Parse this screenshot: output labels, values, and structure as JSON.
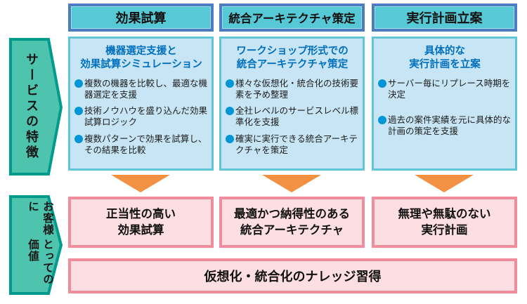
{
  "side_labels": {
    "features": "サービスの特徴",
    "value_lines": [
      "お客様に",
      "とっての価値"
    ]
  },
  "columns": [
    {
      "header": "効果試算",
      "box_title": "機器選定支援と\n効果試算シミュレーション",
      "bullets": [
        "複数の機器を比較し、最適な機器選定を支援",
        "技術ノウハウを盛り込んだ効果試算ロジック",
        "複数パターンで効果を試算し、その結果を比較"
      ],
      "value": "正当性の高い\n効果試算"
    },
    {
      "header": "統合アーキテクチャ策定",
      "box_title": "ワークショップ形式での\n統合アーキテクチャ策定",
      "bullets": [
        "様々な仮想化・統合化の技術要素を予め整理",
        "全社レベルのサービスレベル標準化を支援",
        "確実に実行できる統合アーキテクチャを策定"
      ],
      "value": "最適かつ納得性のある\n統合アーキテクチャ"
    },
    {
      "header": "実行計画立案",
      "box_title": "具体的な\n実行計画を立案",
      "bullets": [
        "サーバー毎にリプレース時期を決定",
        "過去の案件実績を元に具体的な計画の策定を支援"
      ],
      "value": "無理や無駄のない\n実行計画"
    }
  ],
  "bottom_value": "仮想化・統合化のナレッジ習得",
  "colors": {
    "header_fill": "#57C9D6",
    "header_border": "#4C7CC2",
    "content_fill": "#C7E5F4",
    "content_border": "#5FC6D8",
    "content_title_text": "#0070BE",
    "bullet_dot": "#0096D6",
    "side_shape_fill": "#4EC3AD",
    "side_shape_border": "#009B8C",
    "arrow": "#F39142",
    "value_fill": "#FCDEE3",
    "value_border": "#F08C9C"
  }
}
